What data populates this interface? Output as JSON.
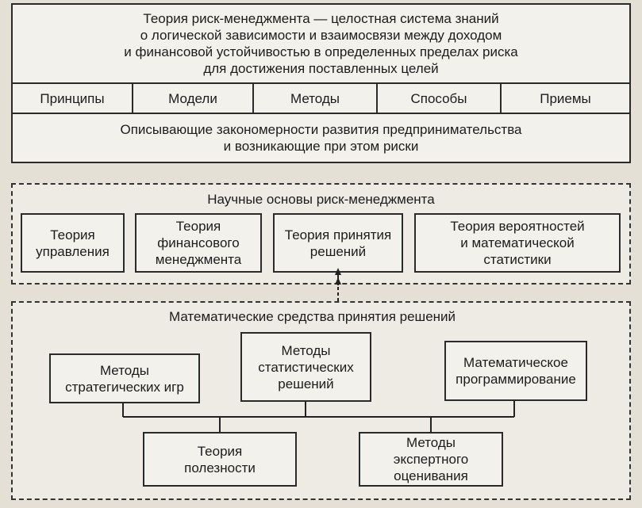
{
  "top": {
    "definition": "Теория риск-менеджмента — целостная система знаний\nо логической зависимости и взаимосвязи между доходом\nи финансовой устойчивостью в определенных пределах риска\nдля достижения поставленных целей",
    "cells": [
      "Принципы",
      "Модели",
      "Методы",
      "Способы",
      "Приемы"
    ],
    "bottom": "Описывающие закономерности развития предпринимательства\nи возникающие при этом риски"
  },
  "scientific": {
    "title": "Научные основы риск-менеджмента",
    "items": [
      "Теория\nуправления",
      "Теория\nфинансового\nменеджмента",
      "Теория принятия\nрешений",
      "Теория вероятностей\nи математической\nстатистики"
    ]
  },
  "math": {
    "title": "Математические средства принятия решений",
    "items": [
      "Методы\nстратегических игр",
      "Методы\nстатистических\nрешений",
      "Математическое\nпрограммирование",
      "Теория\nполезности",
      "Методы\nэкспертного\nоценивания"
    ]
  }
}
